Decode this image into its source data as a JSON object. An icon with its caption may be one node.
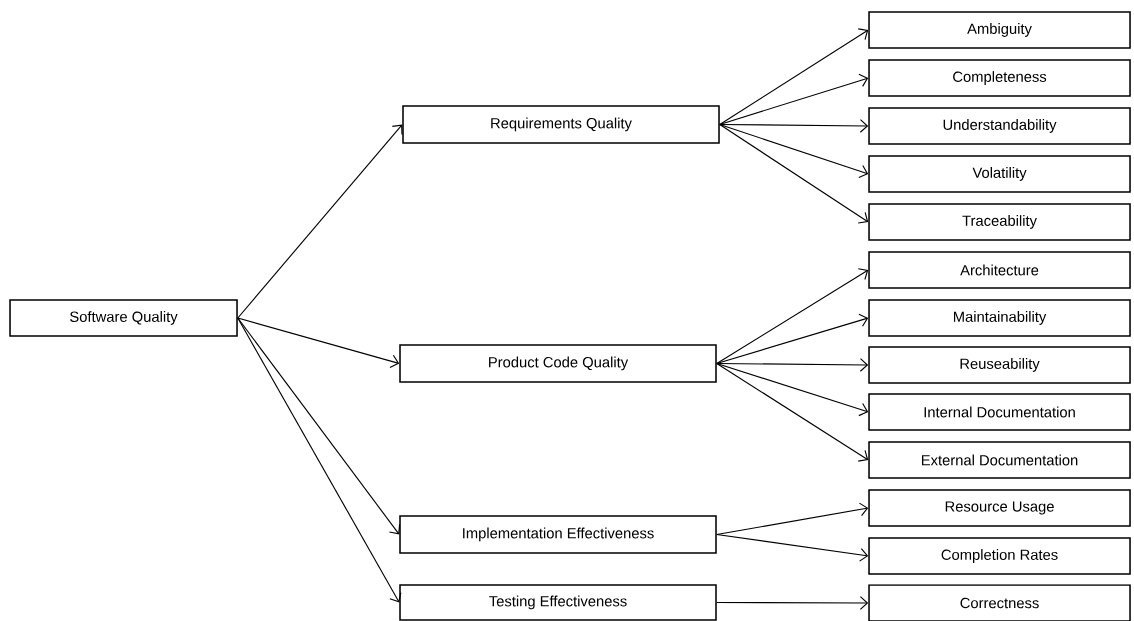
{
  "diagram": {
    "nodes": [
      {
        "text": [
          "Software Quality"
        ]
      },
      {
        "text": [
          "Requirements Quality"
        ]
      },
      {
        "text": [
          "Product Code Quality"
        ]
      },
      {
        "text": [
          "Implementation Effectiveness"
        ]
      },
      {
        "text": [
          "Testing Effectiveness"
        ]
      },
      {
        "text": [
          "Ambiguity"
        ]
      },
      {
        "text": [
          "Completeness"
        ]
      },
      {
        "text": [
          "Understandability"
        ]
      },
      {
        "text": [
          "Volatility"
        ]
      },
      {
        "text": [
          "Traceability"
        ]
      },
      {
        "text": [
          "Architecture"
        ]
      },
      {
        "text": [
          "Maintainability"
        ]
      },
      {
        "text": [
          "Reuseability"
        ]
      },
      {
        "text": [
          "Internal Documentation"
        ]
      },
      {
        "text": [
          "External Documentation"
        ]
      },
      {
        "text": [
          "Resource Usage"
        ]
      },
      {
        "text": [
          "Completion Rates"
        ]
      },
      {
        "text": [
          "Correctness"
        ]
      }
    ],
    "edges": [
      {
        "from": 0,
        "to": 1,
        "arrow": "to"
      },
      {
        "from": 0,
        "to": 2,
        "arrow": "to"
      },
      {
        "from": 0,
        "to": 3,
        "arrow": "to"
      },
      {
        "from": 0,
        "to": 4,
        "arrow": "to"
      },
      {
        "from": 1,
        "to": 5,
        "arrow": "to"
      },
      {
        "from": 1,
        "to": 6,
        "arrow": "to"
      },
      {
        "from": 1,
        "to": 7,
        "arrow": "to"
      },
      {
        "from": 1,
        "to": 8,
        "arrow": "to"
      },
      {
        "from": 1,
        "to": 9,
        "arrow": "to"
      },
      {
        "from": 2,
        "to": 10,
        "arrow": "to"
      },
      {
        "from": 2,
        "to": 11,
        "arrow": "to"
      },
      {
        "from": 2,
        "to": 12,
        "arrow": "to"
      },
      {
        "from": 2,
        "to": 13,
        "arrow": "to"
      },
      {
        "from": 2,
        "to": 14,
        "arrow": "to"
      },
      {
        "from": 3,
        "to": 15,
        "arrow": "to"
      },
      {
        "from": 3,
        "to": 16,
        "arrow": "to"
      },
      {
        "from": 4,
        "to": 17,
        "arrow": "to"
      }
    ]
  }
}
